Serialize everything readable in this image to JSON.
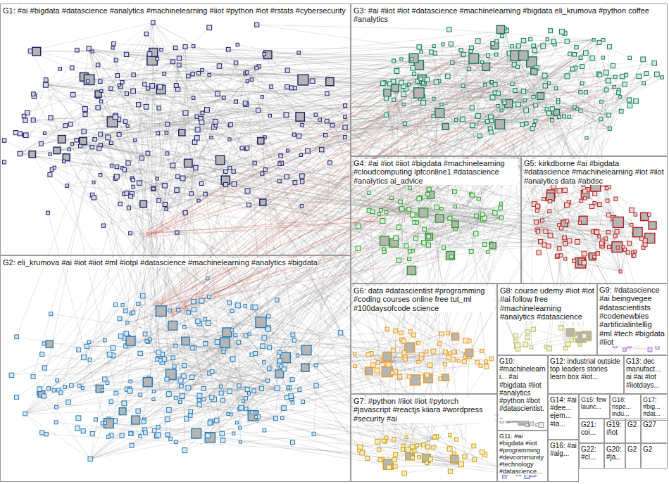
{
  "diagram": {
    "nodes": [
      {
        "text": [
          "G1: #ai #bigdata #datascience #analytics #machinelearning #iiot #python #iot #rstats #cybersecurity"
        ]
      },
      {
        "text": [
          "G3: #ai #iiot #iot #datascience #machinelearning #bigdata eli_krumova #python coffee #analytics"
        ]
      },
      {
        "text": [
          "G4: #ai #iot #iiot #bigdata #machinelearning #cloudcomputing ipfconline1 #datascience #analytics ai_advice"
        ]
      },
      {
        "text": [
          "G5: kirkdborne #ai #bigdata #datascience #machinelearning #iot #iiot #analytics data #abdsc"
        ]
      },
      {
        "text": [
          "G2: eli_krumova #ai #iot #iiot #ml #iotpl #datascience #machinelearning #analytics #bigdata"
        ]
      },
      {
        "text": [
          "G6: data #datascientist #programming #coding courses online free tut_ml #100daysofcode science"
        ]
      },
      {
        "text": [
          "G8: course udemy #iiot #iot #ai follow free #machinelearning #analytics #datascience"
        ]
      },
      {
        "text": [
          "G9: #datascience #ai beingvegee #datascientists #codenewbies #artificialintellig #ml #tech #bigdata #iiot"
        ]
      },
      {
        "text": [
          "G10: #machinelearni... #ai #bigdata #iiot #analytics #python #bot #datascientist..."
        ]
      },
      {
        "text": [
          "G12: industrial outside top leaders stories learn box #iot..."
        ]
      },
      {
        "text": [
          "G13: dec manufact... ai #ai #iot #iiotdays..."
        ]
      },
      {
        "text": [
          "G7: #python #iiot #iot #pytorch #javascript #reactjs kiiara #wordpress #security #ai"
        ]
      },
      {
        "text": [
          "G14: #ai #dee... ejem... #ia..."
        ]
      },
      {
        "text": [
          "G15: few launc..."
        ]
      },
      {
        "text": [
          "G18: rispe... indu..."
        ]
      },
      {
        "text": [
          "G17: #big... #dat..."
        ]
      },
      {
        "text": [
          "G11: #ai #bigdata #iiot #programming #devcommunity #technology #datascience..."
        ]
      },
      {
        "text": [
          "G16: #ai #alg..."
        ]
      },
      {
        "text": [
          "G21: coi..."
        ]
      },
      {
        "text": [
          "G19: #iot"
        ]
      },
      {
        "text": [
          "G2"
        ]
      },
      {
        "text": [
          "G27"
        ]
      },
      {
        "text": [
          "G22: #cl..."
        ]
      },
      {
        "text": [
          "G20: #ja..."
        ]
      },
      {
        "text": [
          "G2"
        ]
      },
      {
        "text": [
          "G2"
        ]
      }
    ]
  }
}
